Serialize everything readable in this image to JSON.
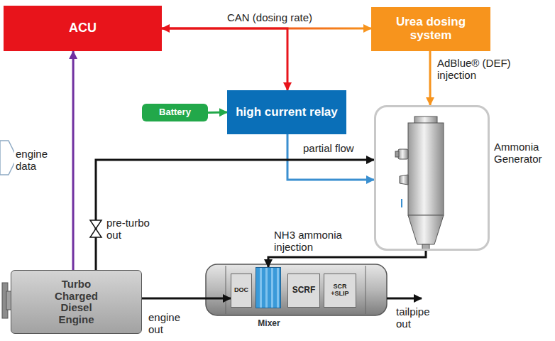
{
  "diagram": {
    "nodes": [
      {
        "text": [
          "ACU"
        ]
      },
      {
        "text": [
          "Urea dosing system"
        ]
      },
      {
        "text": [
          "Battery"
        ]
      },
      {
        "text": [
          "high current relay"
        ]
      },
      {
        "text": [
          "Ammonia Generator"
        ]
      },
      {
        "text": [
          "Turbo Charged Diesel Engine"
        ]
      },
      {
        "text": [
          "DOC"
        ]
      },
      {
        "text": [
          "Mixer"
        ]
      },
      {
        "text": [
          "SCRF"
        ]
      },
      {
        "text": [
          "SCR +SLIP"
        ]
      }
    ],
    "edges": [
      {
        "from": 0,
        "to": 1,
        "label": "CAN (dosing rate)",
        "arrow": "both"
      },
      {
        "from": 0,
        "to": 3,
        "arrow": "to"
      },
      {
        "from": 2,
        "to": 3,
        "arrow": "to"
      },
      {
        "from": 3,
        "to": 4,
        "arrow": "to"
      },
      {
        "from": 1,
        "to": 4,
        "label": "AdBlue® (DEF) injection",
        "arrow": "to"
      },
      {
        "from": 5,
        "to": 0,
        "label": "engine data",
        "arrow": "to"
      },
      {
        "from": 5,
        "to": 4,
        "label": "partial flow",
        "arrow": "to"
      },
      {
        "from": 4,
        "to": 7,
        "label": "NH3 ammonia injection",
        "arrow": "to"
      },
      {
        "from": 5,
        "to": 6,
        "label": "engine out",
        "arrow": "to"
      }
    ],
    "labels": [
      "pre-turbo out",
      "tailpipe out"
    ]
  }
}
